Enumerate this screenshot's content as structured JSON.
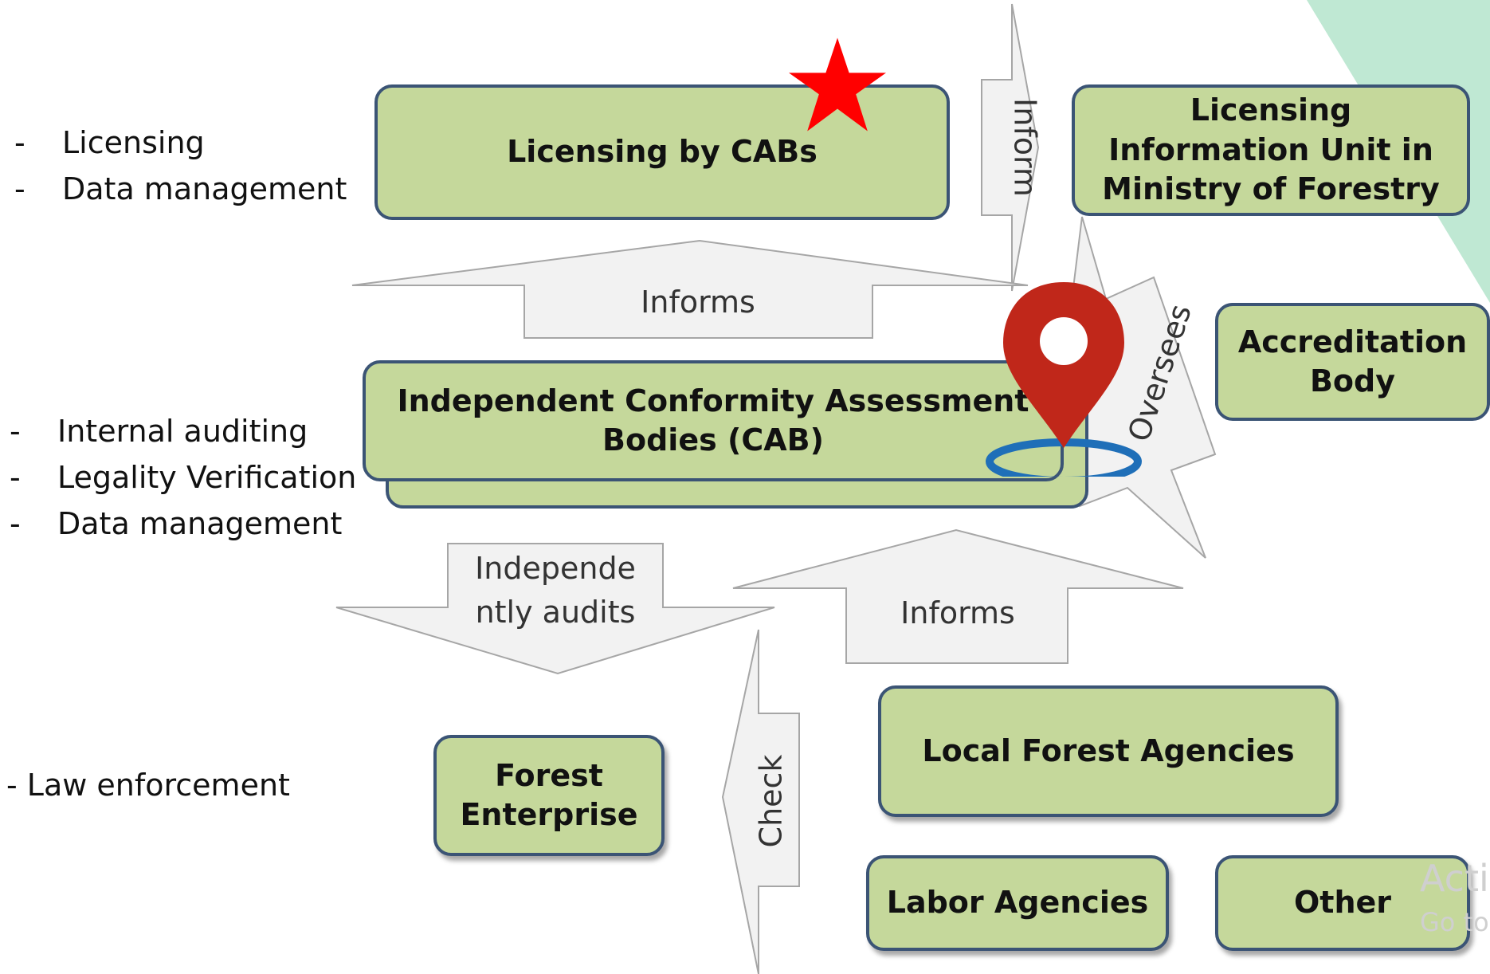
{
  "boxes": {
    "licensing_cabs": "Licensing by CABs",
    "licensing_info_unit": "Licensing Information Unit in Ministry of Forestry",
    "accreditation_body": "Accreditation Body",
    "cab": "Independent Conformity Assessment Bodies (CAB)",
    "forest_enterprise": "Forest Enterprise",
    "local_forest_agencies": "Local Forest Agencies",
    "labor_agencies": "Labor Agencies",
    "other": "Other"
  },
  "arrows": {
    "inform_vertical": "Inform",
    "informs_top": "Informs",
    "oversees": "Oversees",
    "independently_audits_line1": "Independe",
    "independently_audits_line2": "ntly audits",
    "informs_bottom": "Informs",
    "check": "Check"
  },
  "left_notes": {
    "group1": [
      "Licensing",
      "Data management"
    ],
    "group2": [
      "Internal auditing",
      "Legality Verification",
      "Data management"
    ],
    "group3": "- Law enforcement"
  },
  "watermark": {
    "line1": "Activ",
    "line2": "Go to"
  },
  "colors": {
    "box_fill": "#c5d89b",
    "box_border": "#3b5475",
    "arrow_fill": "#f2f2f2",
    "arrow_stroke": "#a6a6a6",
    "star": "#ff0000",
    "map_pin": "#c0271a",
    "pin_ring": "#1f6fb8",
    "corner_accent": "#bfe8d3"
  },
  "icons": {
    "star": "star-icon",
    "pin": "map-pin-icon"
  }
}
